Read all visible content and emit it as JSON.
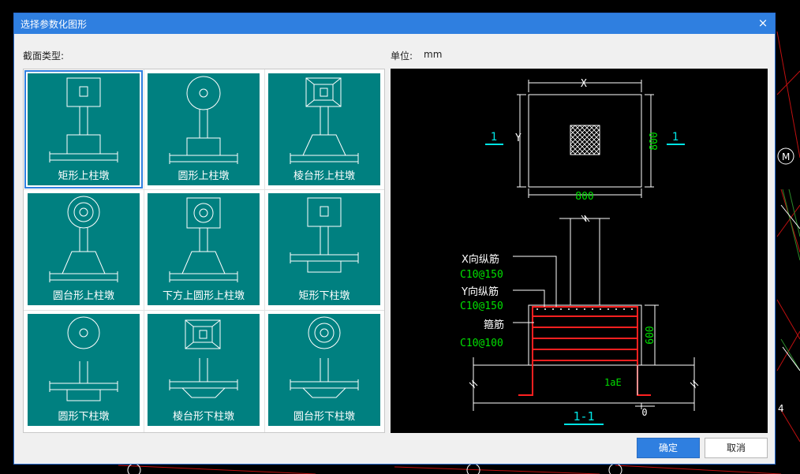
{
  "dialog": {
    "title": "选择参数化图形",
    "close_glyph": "×"
  },
  "section_type_label": "截面类型:",
  "unit": {
    "label": "单位:",
    "value": "mm"
  },
  "shapes": [
    {
      "label": "矩形上柱墩",
      "selected": true
    },
    {
      "label": "圆形上柱墩",
      "selected": false
    },
    {
      "label": "棱台形上柱墩",
      "selected": false
    },
    {
      "label": "圆台形上柱墩",
      "selected": false
    },
    {
      "label": "下方上圆形上柱墩",
      "selected": false
    },
    {
      "label": "矩形下柱墩",
      "selected": false
    },
    {
      "label": "圆形下柱墩",
      "selected": false
    },
    {
      "label": "棱台形下柱墩",
      "selected": false
    },
    {
      "label": "圆台形下柱墩",
      "selected": false
    }
  ],
  "preview": {
    "plan_x_label": "X",
    "plan_y_label": "Y",
    "plan_width_value": "800",
    "plan_height_value": "800",
    "section_mark_left": "1",
    "section_mark_right": "1",
    "x_rebar_label": "X向纵筋",
    "x_rebar_value": "C10@150",
    "y_rebar_label": "Y向纵筋",
    "y_rebar_value": "C10@150",
    "stirrup_label": "箍筋",
    "stirrup_value": "C10@100",
    "height_value": "600",
    "anchor_label": "1aE",
    "offset_value": "0",
    "section_title": "1-1"
  },
  "buttons": {
    "ok": "确定",
    "cancel": "取消"
  },
  "colors": {
    "accent": "#2f7fe0",
    "tile": "#008080",
    "cad_green": "#00e000",
    "cad_cyan": "#00e5e5",
    "rebar_red": "#ff2020"
  }
}
